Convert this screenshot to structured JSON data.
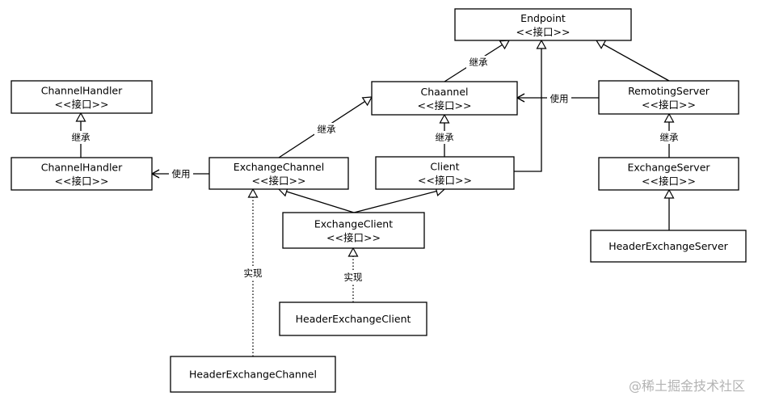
{
  "nodes": [
    {
      "id": "endpoint",
      "title": "Endpoint",
      "stereotype": "<<接口>>"
    },
    {
      "id": "chaannel",
      "title": "Chaannel",
      "stereotype": "<<接口>>"
    },
    {
      "id": "remoting-server",
      "title": "RemotingServer",
      "stereotype": "<<接口>>"
    },
    {
      "id": "channel-handler-top",
      "title": "ChannelHandler",
      "stereotype": "<<接口>>"
    },
    {
      "id": "channel-handler-bottom",
      "title": "ChannelHandler",
      "stereotype": "<<接口>>"
    },
    {
      "id": "exchange-channel",
      "title": "ExchangeChannel",
      "stereotype": "<<接口>>"
    },
    {
      "id": "client",
      "title": "Client",
      "stereotype": "<<接口>>"
    },
    {
      "id": "exchange-server",
      "title": "ExchangeServer",
      "stereotype": "<<接口>>"
    },
    {
      "id": "exchange-client",
      "title": "ExchangeClient",
      "stereotype": "<<接口>>"
    },
    {
      "id": "header-exchange-server",
      "title": "HeaderExchangeServer",
      "stereotype": ""
    },
    {
      "id": "header-exchange-client",
      "title": "HeaderExchangeClient",
      "stereotype": ""
    },
    {
      "id": "header-exchange-channel",
      "title": "HeaderExchangeChannel",
      "stereotype": ""
    }
  ],
  "edges": [
    {
      "id": "chaannel-to-endpoint",
      "from": "chaannel",
      "to": "endpoint",
      "kind": "inherit",
      "label": "继承"
    },
    {
      "id": "client-to-endpoint",
      "from": "client",
      "to": "endpoint",
      "kind": "inherit",
      "label": ""
    },
    {
      "id": "remoting-server-to-endpoint",
      "from": "remoting-server",
      "to": "endpoint",
      "kind": "inherit",
      "label": ""
    },
    {
      "id": "remoting-server-uses-chaannel",
      "from": "remoting-server",
      "to": "chaannel",
      "kind": "use",
      "label": "使用"
    },
    {
      "id": "exchange-channel-to-chaannel",
      "from": "exchange-channel",
      "to": "chaannel",
      "kind": "inherit",
      "label": "继承"
    },
    {
      "id": "client-to-chaannel",
      "from": "client",
      "to": "chaannel",
      "kind": "inherit",
      "label": "继承"
    },
    {
      "id": "exchange-server-to-remoting-server",
      "from": "exchange-server",
      "to": "remoting-server",
      "kind": "inherit",
      "label": "继承"
    },
    {
      "id": "handler-bottom-to-handler-top",
      "from": "channel-handler-bottom",
      "to": "channel-handler-top",
      "kind": "inherit",
      "label": "继承"
    },
    {
      "id": "exchange-channel-uses-handler",
      "from": "exchange-channel",
      "to": "channel-handler-bottom",
      "kind": "use",
      "label": "使用"
    },
    {
      "id": "exchange-client-to-exchange-channel",
      "from": "exchange-client",
      "to": "exchange-channel",
      "kind": "inherit",
      "label": ""
    },
    {
      "id": "exchange-client-to-client",
      "from": "exchange-client",
      "to": "client",
      "kind": "inherit",
      "label": ""
    },
    {
      "id": "header-server-to-exchange-server",
      "from": "header-exchange-server",
      "to": "exchange-server",
      "kind": "inherit",
      "label": ""
    },
    {
      "id": "header-client-implements-exchange-client",
      "from": "header-exchange-client",
      "to": "exchange-client",
      "kind": "implement",
      "label": "实现"
    },
    {
      "id": "header-channel-implements-exchange-channel",
      "from": "header-exchange-channel",
      "to": "exchange-channel",
      "kind": "implement",
      "label": "实现"
    }
  ],
  "watermark": "@稀土掘金技术社区"
}
